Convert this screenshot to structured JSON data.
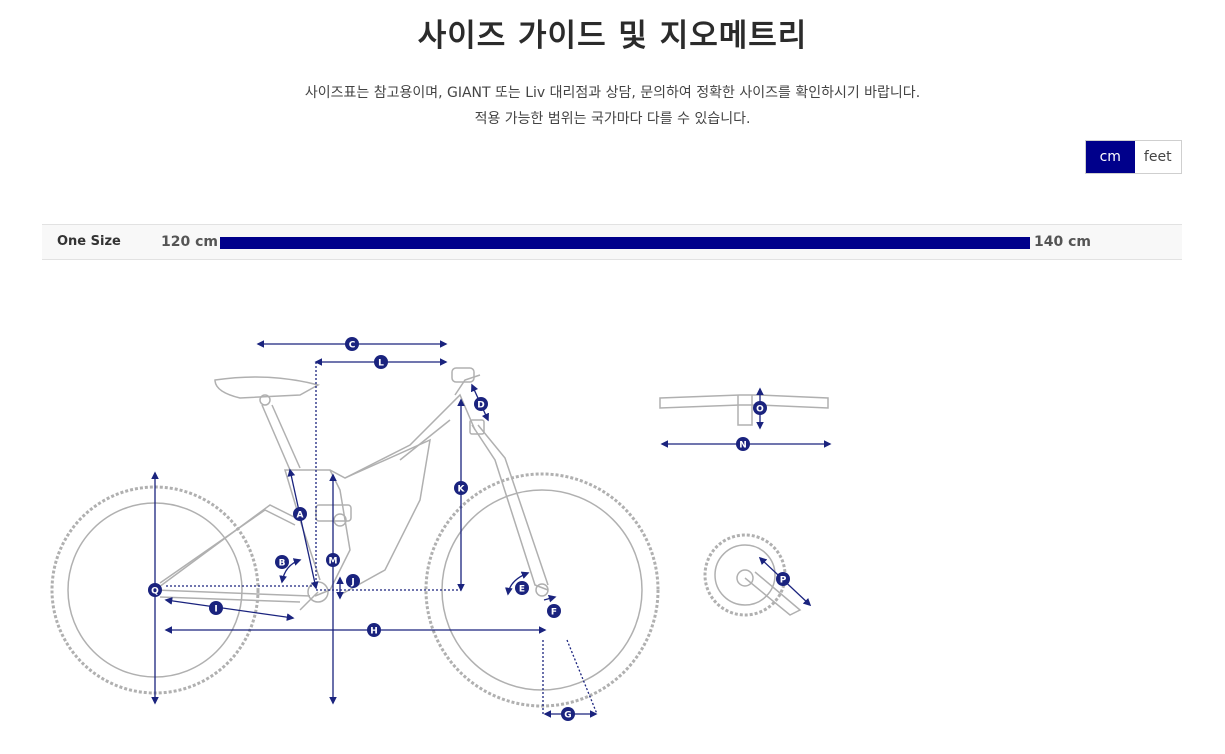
{
  "header": {
    "title": "사이즈 가이드 및 지오메트리",
    "notice_line1": "사이즈표는 참고용이며, GIANT 또는 Liv 대리점과 상담, 문의하여 정확한 사이즈를 확인하시기 바랍니다.",
    "notice_line2": "적용 가능한 범위는 국가마다 다를 수 있습니다."
  },
  "unit_toggle": {
    "options": [
      "cm",
      "feet"
    ],
    "selected": "cm"
  },
  "size_chart": {
    "size_name": "One Size",
    "min_label": "120 cm",
    "max_label": "140 cm",
    "bar_color": "#00008b"
  },
  "geometry": {
    "labels": [
      "A",
      "B",
      "C",
      "D",
      "E",
      "F",
      "G",
      "H",
      "I",
      "J",
      "K",
      "L",
      "M",
      "N",
      "O",
      "P",
      "Q"
    ],
    "accent_color": "#1a237e",
    "line_color": "#b0b0b0"
  }
}
